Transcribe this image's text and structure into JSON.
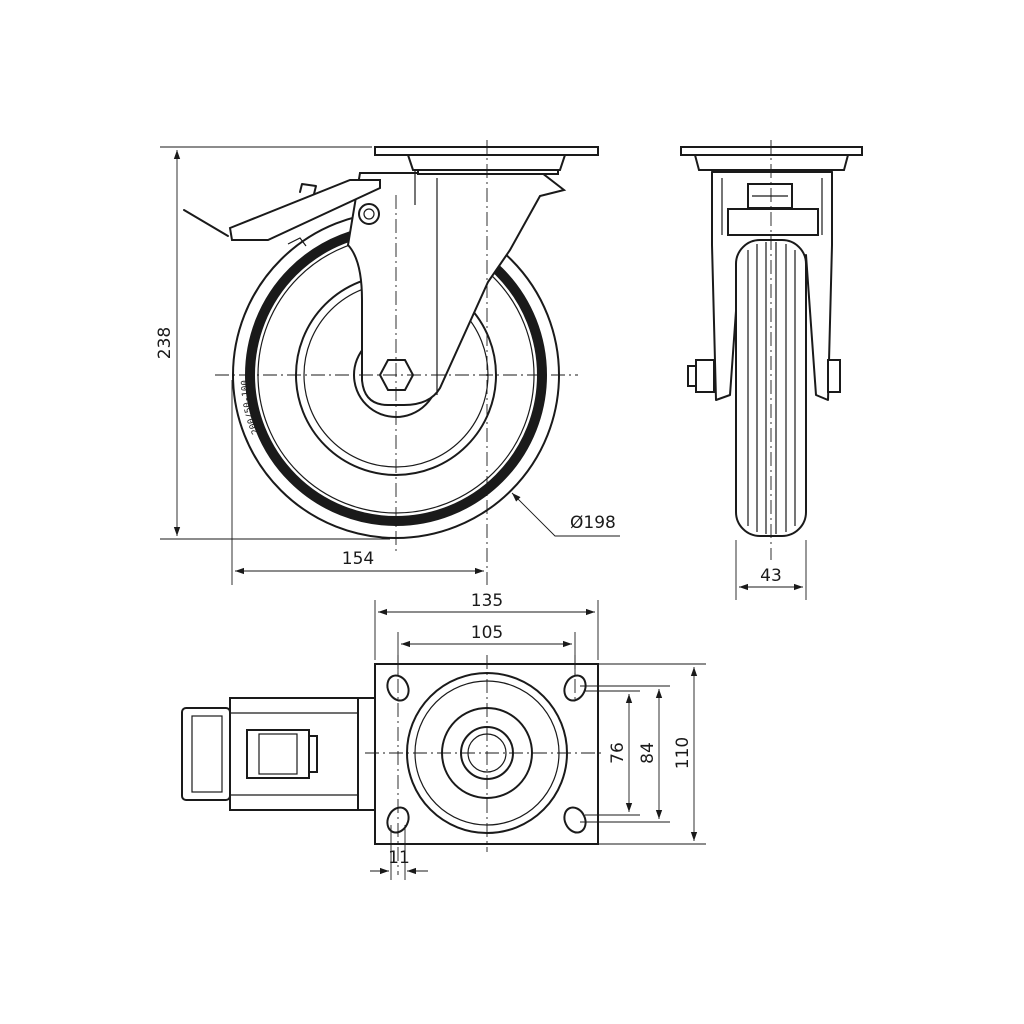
{
  "dimensions": {
    "overall_height": "238",
    "swivel_offset": "154",
    "wheel_diameter": "Ø198",
    "wheel_width": "43",
    "plate_length": "135",
    "bolt_spacing_length": "105",
    "bolt_spacing_width_inner": "76",
    "bolt_spacing_width_outer": "84",
    "plate_width": "110",
    "bolt_hole": "11"
  },
  "tire_marking": "200/50-100"
}
